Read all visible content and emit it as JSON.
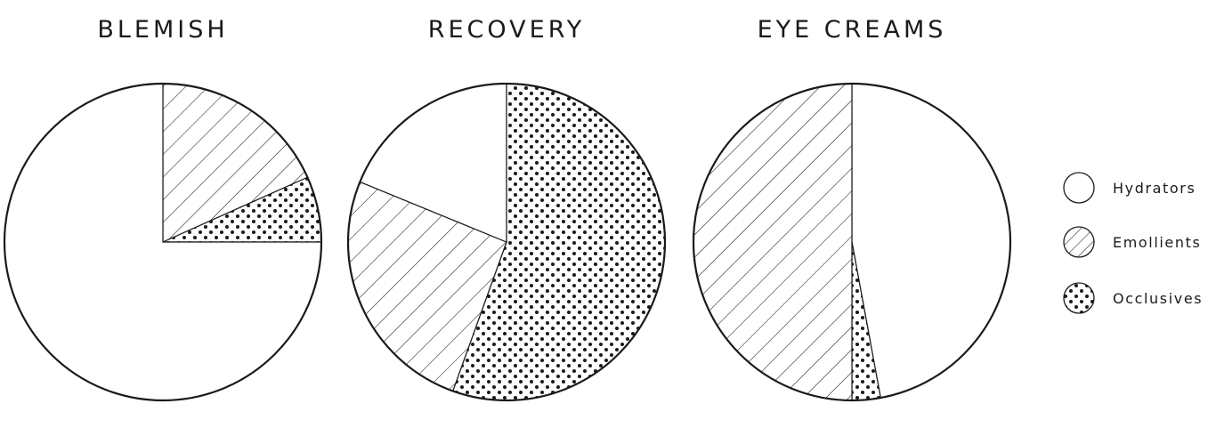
{
  "colors": {
    "stroke": "#1a1a1a",
    "fill": "#ffffff",
    "dot": "#1a1a1a"
  },
  "chart_data": [
    {
      "type": "pie",
      "title": "BLEMISH",
      "start": "top, clockwise",
      "slices": [
        {
          "category": "Emollients",
          "percent": 18.3,
          "pattern": "hatch"
        },
        {
          "category": "Occlusives",
          "percent": 6.7,
          "pattern": "dots"
        },
        {
          "category": "Hydrators",
          "percent": 75.0,
          "pattern": "none"
        }
      ]
    },
    {
      "type": "pie",
      "title": "RECOVERY",
      "start": "top, clockwise",
      "slices": [
        {
          "category": "Occlusives",
          "percent": 55.5,
          "pattern": "dots"
        },
        {
          "category": "Emollients",
          "percent": 25.7,
          "pattern": "hatch"
        },
        {
          "category": "Hydrators",
          "percent": 18.8,
          "pattern": "none"
        }
      ]
    },
    {
      "type": "pie",
      "title": "EYE CREAMS",
      "start": "top, clockwise",
      "slices": [
        {
          "category": "Hydrators",
          "percent": 47.1,
          "pattern": "none"
        },
        {
          "category": "Occlusives",
          "percent": 2.9,
          "pattern": "dots"
        },
        {
          "category": "Emollients",
          "percent": 50.0,
          "pattern": "hatch"
        }
      ]
    }
  ],
  "legend": {
    "position": "right",
    "items": [
      {
        "label": "Hydrators",
        "pattern": "none"
      },
      {
        "label": "Emollients",
        "pattern": "hatch"
      },
      {
        "label": "Occlusives",
        "pattern": "dots"
      }
    ]
  }
}
